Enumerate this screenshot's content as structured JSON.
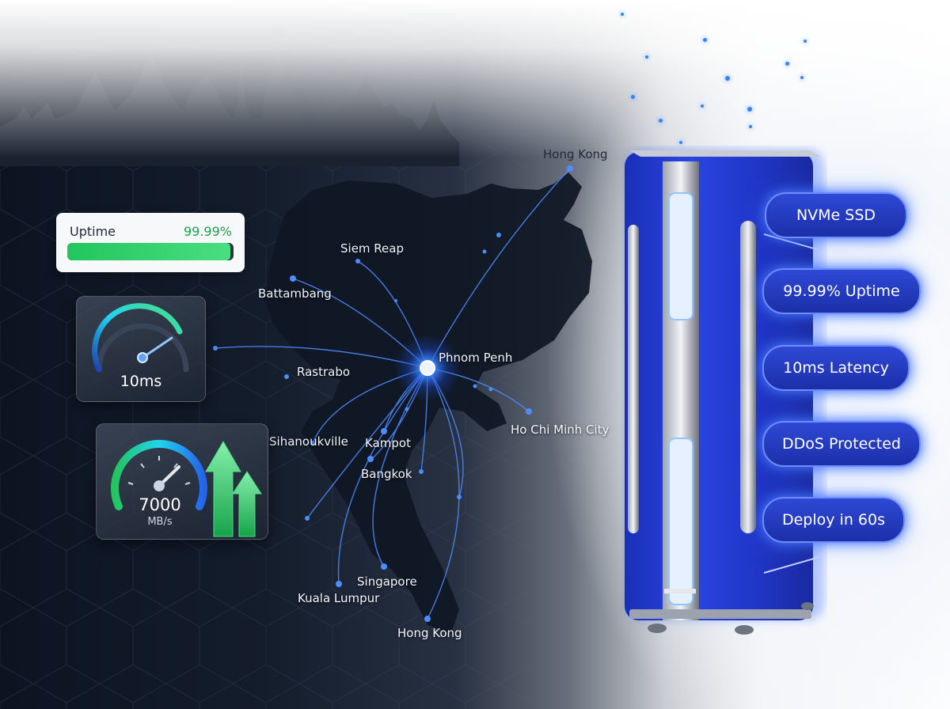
{
  "uptime_card": {
    "label": "Uptime",
    "value": "99.99%",
    "bar_fill_percent": 98
  },
  "latency_gauge": {
    "value": "10ms",
    "icon": "speedometer-icon"
  },
  "throughput_gauge": {
    "value": "7000",
    "unit": "MB/s",
    "icon": "upload-arrows-icon"
  },
  "map": {
    "hub": "Phnom Penh",
    "cities": [
      "Hong Kong",
      "Siem Reap",
      "Battambang",
      "Rastrabo",
      "Sihanoukville",
      "Kampot",
      "Bangkok",
      "Ho Chi Minh City",
      "Singapore",
      "Kuala Lumpur",
      "Hong Kong"
    ]
  },
  "features": [
    "NVMe SSD",
    "99.99% Uptime",
    "10ms Latency",
    "DDoS Protected",
    "Deploy in 60s"
  ],
  "colors": {
    "accent_blue": "#2f49d6",
    "glow_blue": "#3b82f6",
    "success_green": "#22c55e",
    "background_dark": "#0c1422"
  }
}
